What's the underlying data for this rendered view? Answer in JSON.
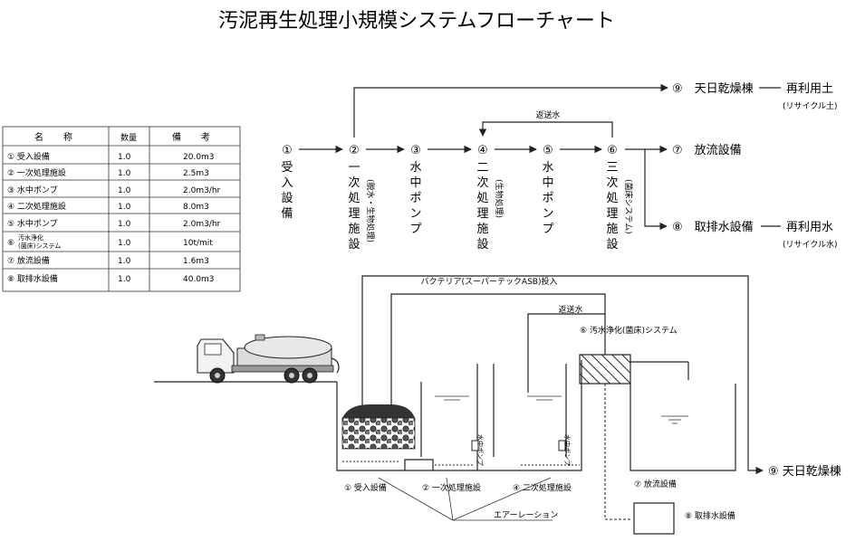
{
  "title": "汚泥再生処理小規模システムフローチャート",
  "table": {
    "headers": [
      "名　称",
      "数量",
      "備　考"
    ],
    "rows": [
      {
        "name": "① 受入設備",
        "qty": "1.0",
        "note": "20.0m3"
      },
      {
        "name": "② 一次処理施設",
        "qty": "1.0",
        "note": "2.5m3"
      },
      {
        "name": "③ 水中ポンプ",
        "qty": "1.0",
        "note": "2.0m3/hr"
      },
      {
        "name": "④ 二次処理施設",
        "qty": "1.0",
        "note": "8.0m3"
      },
      {
        "name": "⑤ 水中ポンプ",
        "qty": "1.0",
        "note": "2.0m3/hr"
      },
      {
        "name_line1": "汚水浄化",
        "name_line2": "(菌床)システム",
        "name_prefix": "⑥",
        "qty": "1.0",
        "note": "10t/mit"
      },
      {
        "name": "⑦ 放流設備",
        "qty": "1.0",
        "note": "1.6m3"
      },
      {
        "name": "⑧ 取排水設備",
        "qty": "1.0",
        "note": "40.0m3"
      }
    ]
  },
  "flow": {
    "nodes": [
      {
        "num": "①",
        "label": "受入設備",
        "sub": ""
      },
      {
        "num": "②",
        "label": "一次処理施設",
        "sub": "(脱水・生物処理)"
      },
      {
        "num": "③",
        "label": "水中ポンプ",
        "sub": ""
      },
      {
        "num": "④",
        "label": "二次処理施設",
        "sub": "(生物処理)"
      },
      {
        "num": "⑤",
        "label": "水中ポンプ",
        "sub": ""
      },
      {
        "num": "⑥",
        "label": "三次処理施設",
        "sub": "(菌床システム)"
      }
    ],
    "return_water": "返送水",
    "drying": "⑨　天日乾燥棟",
    "discharge": "⑦　放流設備",
    "intake": "⑧　取排水設備",
    "reuse_soil": "再利用土",
    "reuse_soil_sub": "(リサイクル土)",
    "reuse_water": "再利用水",
    "reuse_water_sub": "(リサイクル水)"
  },
  "schematic": {
    "bacteria": "バクテリア(スーパーテックASB)投入",
    "return_water": "返送水",
    "system": "⑥ 汚水浄化(菌床)システム",
    "pump_label": "水中ポンプ",
    "receive": "① 受入設備",
    "primary": "② 一次処理施設",
    "secondary": "④ 二次処理施設",
    "discharge": "⑦ 放流設備",
    "intake": "⑧ 取排水設備",
    "drying": "⑨ 天日乾燥棟",
    "aeration": "エアーレーション"
  }
}
